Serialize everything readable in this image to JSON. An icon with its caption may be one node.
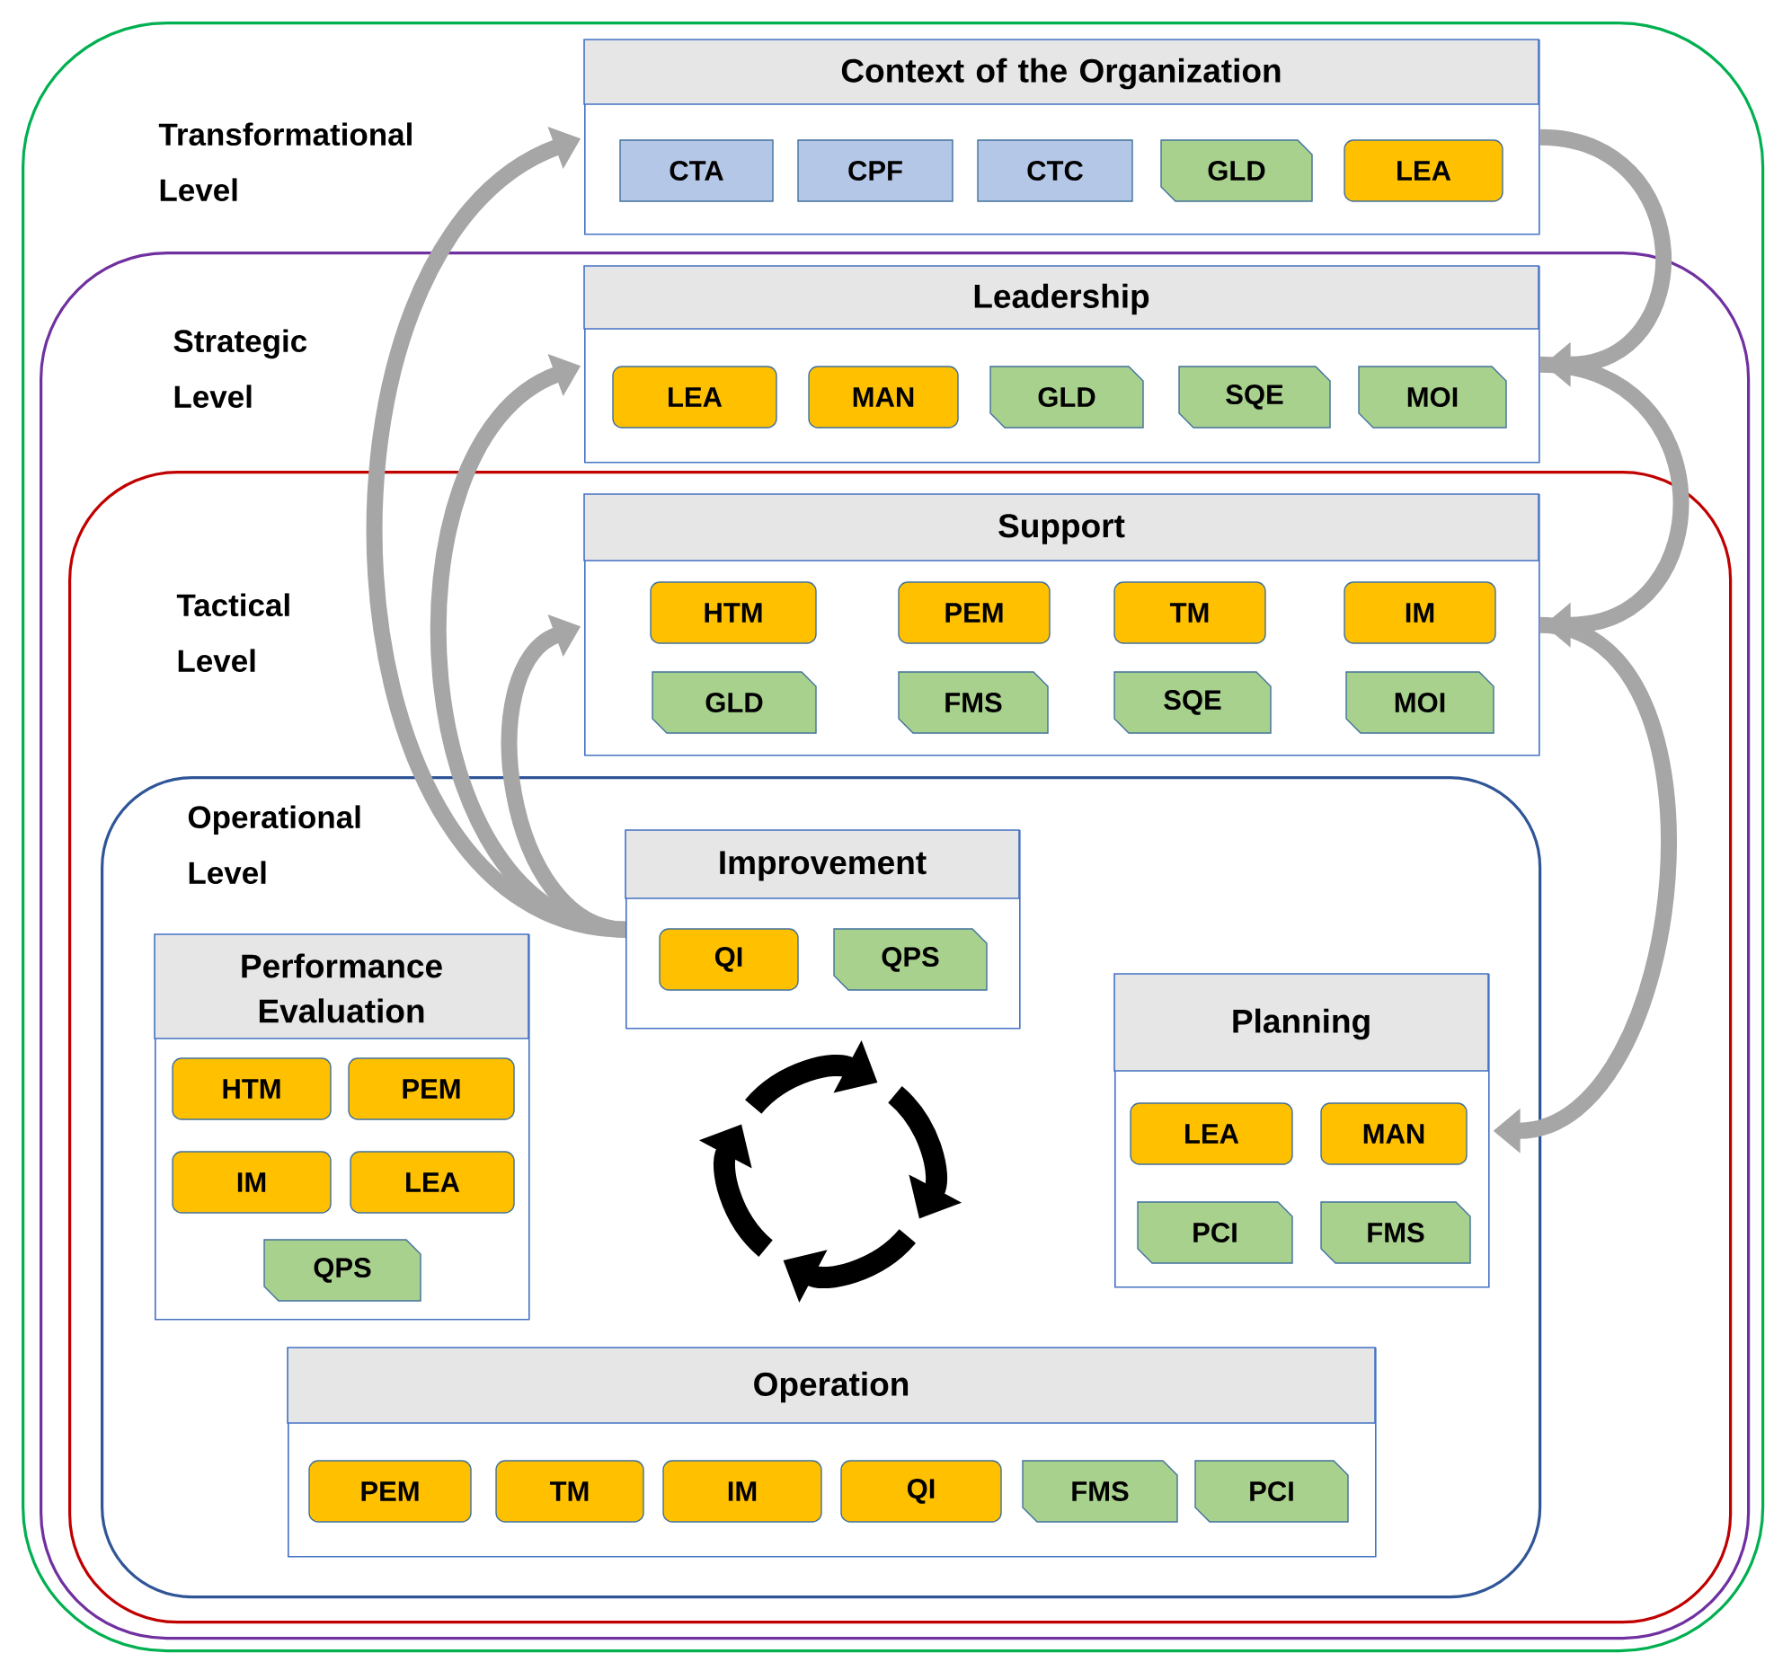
{
  "diagram": {
    "nodes": [
      {
        "text": [
          "Transformational Level"
        ]
      },
      {
        "text": [
          "Strategic Level"
        ],
        "in": 0
      },
      {
        "text": [
          "Tactical Level"
        ],
        "in": 1
      },
      {
        "text": [
          "Operational Level"
        ],
        "in": 2
      },
      {
        "text": [
          "Context of the Organization"
        ],
        "in": 0
      },
      {
        "text": [
          "CTA"
        ],
        "in": 4
      },
      {
        "text": [
          "CPF"
        ],
        "in": 4
      },
      {
        "text": [
          "CTC"
        ],
        "in": 4
      },
      {
        "text": [
          "GLD"
        ],
        "in": 4
      },
      {
        "text": [
          "LEA"
        ],
        "in": 4
      },
      {
        "text": [
          "Leadership"
        ],
        "in": 1
      },
      {
        "text": [
          "LEA"
        ],
        "in": 10
      },
      {
        "text": [
          "MAN"
        ],
        "in": 10
      },
      {
        "text": [
          "GLD"
        ],
        "in": 10
      },
      {
        "text": [
          "SQE"
        ],
        "in": 10
      },
      {
        "text": [
          "MOI"
        ],
        "in": 10
      },
      {
        "text": [
          "Support"
        ],
        "in": 2
      },
      {
        "text": [
          "HTM"
        ],
        "in": 16
      },
      {
        "text": [
          "PEM"
        ],
        "in": 16
      },
      {
        "text": [
          "TM"
        ],
        "in": 16
      },
      {
        "text": [
          "IM"
        ],
        "in": 16
      },
      {
        "text": [
          "GLD"
        ],
        "in": 16
      },
      {
        "text": [
          "FMS"
        ],
        "in": 16
      },
      {
        "text": [
          "SQE"
        ],
        "in": 16
      },
      {
        "text": [
          "MOI"
        ],
        "in": 16
      },
      {
        "text": [
          "Improvement"
        ],
        "in": 3
      },
      {
        "text": [
          "QI"
        ],
        "in": 25
      },
      {
        "text": [
          "QPS"
        ],
        "in": 25
      },
      {
        "text": [
          "Performance Evaluation"
        ],
        "in": 3
      },
      {
        "text": [
          "HTM"
        ],
        "in": 28
      },
      {
        "text": [
          "PEM"
        ],
        "in": 28
      },
      {
        "text": [
          "IM"
        ],
        "in": 28
      },
      {
        "text": [
          "LEA"
        ],
        "in": 28
      },
      {
        "text": [
          "QPS"
        ],
        "in": 28
      },
      {
        "text": [
          "Planning"
        ],
        "in": 3
      },
      {
        "text": [
          "LEA"
        ],
        "in": 34
      },
      {
        "text": [
          "MAN"
        ],
        "in": 34
      },
      {
        "text": [
          "PCI"
        ],
        "in": 34
      },
      {
        "text": [
          "FMS"
        ],
        "in": 34
      },
      {
        "text": [
          "Operation"
        ],
        "in": 3
      },
      {
        "text": [
          "PEM"
        ],
        "in": 39
      },
      {
        "text": [
          "TM"
        ],
        "in": 39
      },
      {
        "text": [
          "IM"
        ],
        "in": 39
      },
      {
        "text": [
          "QI"
        ],
        "in": 39
      },
      {
        "text": [
          "FMS"
        ],
        "in": 39
      },
      {
        "text": [
          "PCI"
        ],
        "in": 39
      }
    ],
    "edges": [
      {
        "from": 4,
        "to": 10,
        "arrow": "to"
      },
      {
        "from": 10,
        "to": 16,
        "arrow": "to"
      },
      {
        "from": 16,
        "to": 34,
        "arrow": "to"
      },
      {
        "from": 25,
        "to": 4,
        "arrow": "to"
      },
      {
        "from": 25,
        "to": 10,
        "arrow": "to"
      },
      {
        "from": 25,
        "to": 16,
        "arrow": "to"
      }
    ]
  }
}
